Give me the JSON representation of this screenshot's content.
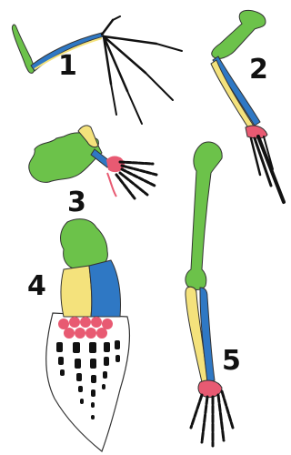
{
  "labels": [
    "1",
    "2",
    "3",
    "4",
    "5"
  ],
  "colors": {
    "humerus": "#6cc24a",
    "radius": "#f4e27c",
    "ulna": "#2f78c4",
    "carpals": "#e85a72",
    "digits": "#111111",
    "background": "#ffffff"
  }
}
